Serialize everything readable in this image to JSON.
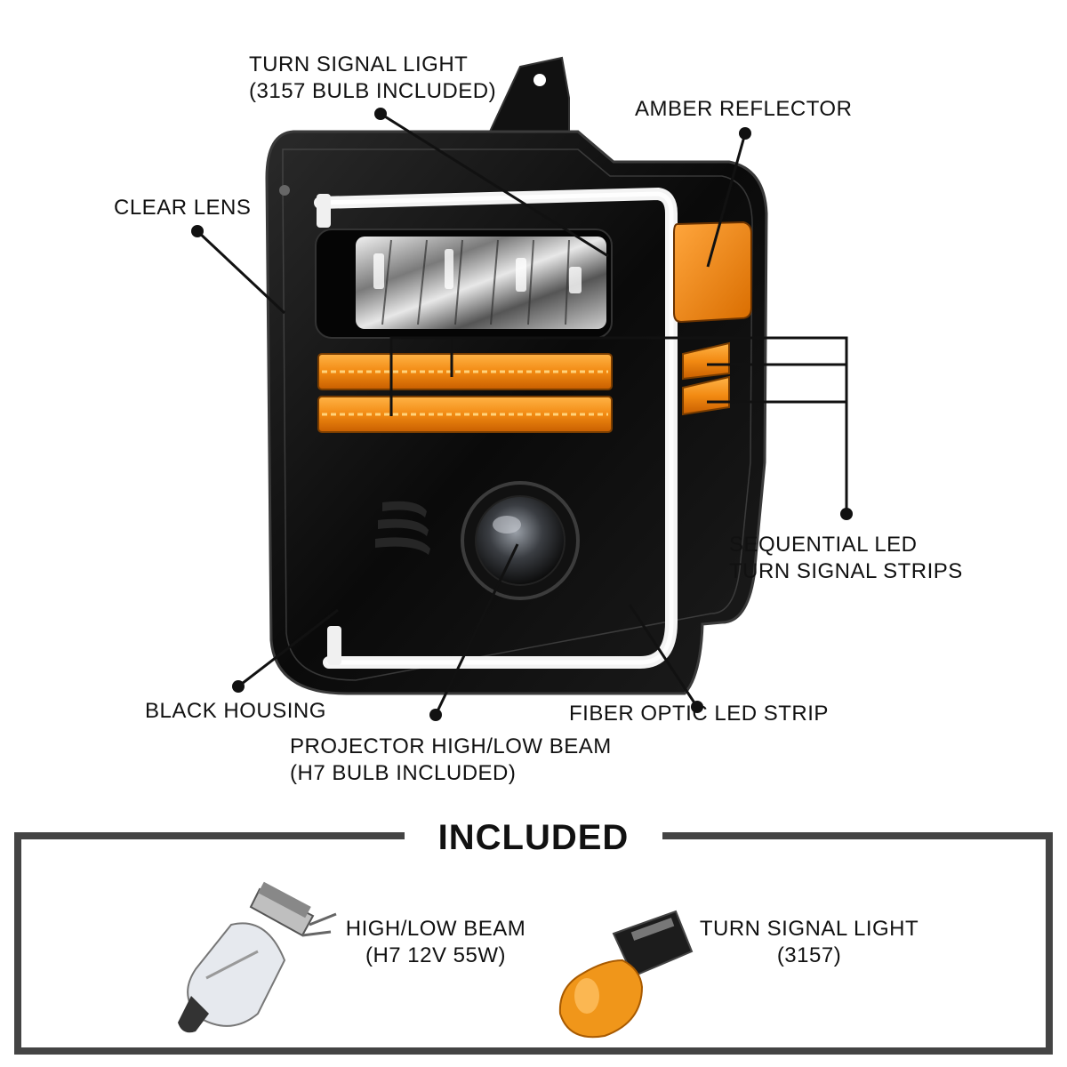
{
  "callouts": {
    "turn_signal_light": [
      "TURN SIGNAL LIGHT",
      "(3157 BULB INCLUDED)"
    ],
    "amber_reflector": [
      "AMBER REFLECTOR"
    ],
    "clear_lens": [
      "CLEAR LENS"
    ],
    "sequential_led": [
      "SEQUENTIAL LED",
      "TURN SIGNAL STRIPS"
    ],
    "black_housing": [
      "BLACK HOUSING"
    ],
    "fiber_optic": [
      "FIBER OPTIC LED STRIP"
    ],
    "projector": [
      "PROJECTOR HIGH/LOW BEAM",
      "(H7 BULB INCLUDED)"
    ]
  },
  "included": {
    "title": "INCLUDED",
    "items": [
      {
        "lines": [
          "HIGH/LOW BEAM",
          "(H7 12V 55W)"
        ],
        "icon": "h7-bulb-icon"
      },
      {
        "lines": [
          "TURN SIGNAL LIGHT",
          "(3157)"
        ],
        "icon": "3157-bulb-icon"
      }
    ]
  },
  "colors": {
    "housing": "#0b0b0b",
    "amber": "#f28a12",
    "leader": "#111111",
    "frame": "#444444"
  }
}
